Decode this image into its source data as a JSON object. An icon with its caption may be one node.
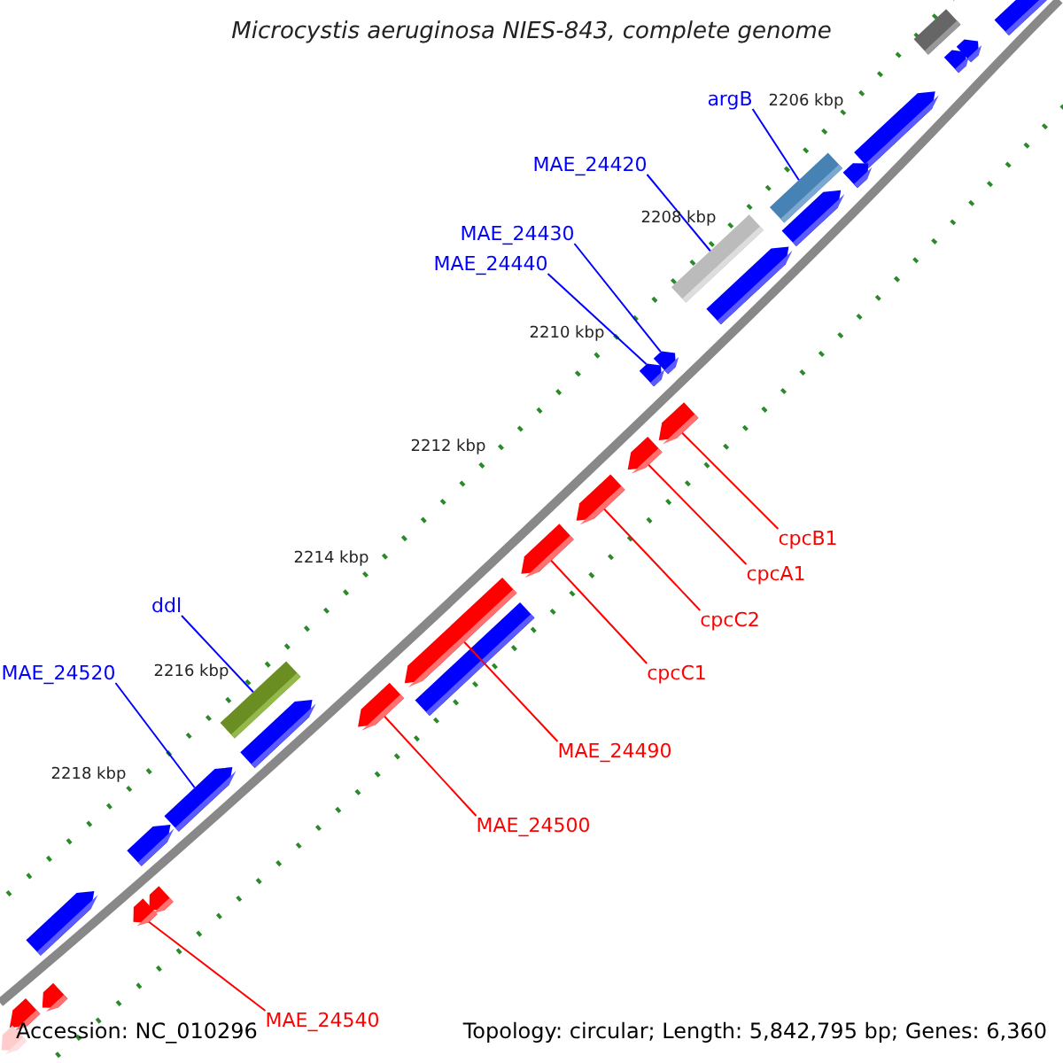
{
  "diagram": {
    "title": "Microcystis aeruginosa NIES-843, complete genome",
    "nodes": [
      {
        "text": [
          "argB"
        ]
      },
      {
        "text": [
          "MAE_24420"
        ]
      },
      {
        "text": [
          "MAE_24430"
        ]
      },
      {
        "text": [
          "MAE_24440"
        ]
      },
      {
        "text": [
          "ddl"
        ]
      },
      {
        "text": [
          "MAE_24520"
        ]
      },
      {
        "text": [
          "cpcB1"
        ]
      },
      {
        "text": [
          "cpcA1"
        ]
      },
      {
        "text": [
          "cpcC2"
        ]
      },
      {
        "text": [
          "cpcC1"
        ]
      },
      {
        "text": [
          "MAE_24490"
        ]
      },
      {
        "text": [
          "MAE_24500"
        ]
      },
      {
        "text": [
          "MAE_24540"
        ]
      },
      {
        "text": [],
        "shape": "box"
      },
      {
        "text": [],
        "shape": "box"
      },
      {
        "text": [],
        "shape": "arrow"
      },
      {
        "text": [],
        "shape": "arrow"
      },
      {
        "text": [],
        "shape": "box"
      },
      {
        "text": [],
        "shape": "arrow"
      },
      {
        "text": [],
        "shape": "arrow"
      },
      {
        "text": [],
        "shape": "arrow"
      },
      {
        "text": [],
        "shape": "arrow"
      },
      {
        "text": [],
        "shape": "arrow"
      },
      {
        "text": [],
        "shape": "arrow"
      },
      {
        "text": [],
        "shape": "arrow"
      },
      {
        "text": [],
        "shape": "arrow"
      },
      {
        "text": [],
        "shape": "arrow"
      },
      {
        "text": [],
        "shape": "arrow"
      },
      {
        "text": [],
        "shape": "arrow"
      },
      {
        "text": [],
        "shape": "arrow"
      },
      {
        "text": [],
        "shape": "arrow"
      },
      {
        "text": [],
        "shape": "arrow"
      },
      {
        "text": [],
        "shape": "arrow"
      },
      {
        "text": [],
        "shape": "box"
      },
      {
        "text": [],
        "shape": "arrow"
      },
      {
        "text": [],
        "shape": "arrow"
      },
      {
        "text": [],
        "shape": "arrow"
      },
      {
        "text": [],
        "shape": "arrow"
      },
      {
        "text": [],
        "shape": "box"
      },
      {
        "text": [],
        "shape": "arrow"
      },
      {
        "text": [],
        "shape": "arrow"
      },
      {
        "text": [],
        "shape": "arrow"
      }
    ],
    "edges": [
      {
        "from": 0,
        "to": 13,
        "arrow": "none",
        "color": "#0000ff"
      },
      {
        "from": 1,
        "to": 14,
        "arrow": "none",
        "color": "#0000ff"
      },
      {
        "from": 2,
        "to": 15,
        "arrow": "none",
        "color": "#0000ff"
      },
      {
        "from": 3,
        "to": 16,
        "arrow": "none",
        "color": "#0000ff"
      },
      {
        "from": 4,
        "to": 17,
        "arrow": "none",
        "color": "#0000ff"
      },
      {
        "from": 5,
        "to": 18,
        "arrow": "none",
        "color": "#0000ff"
      },
      {
        "from": 6,
        "to": 19,
        "arrow": "none"
      },
      {
        "from": 7,
        "to": 20,
        "arrow": "none"
      },
      {
        "from": 8,
        "to": 21,
        "arrow": "none"
      },
      {
        "from": 9,
        "to": 22,
        "arrow": "none"
      },
      {
        "from": 10,
        "to": 23,
        "arrow": "none"
      },
      {
        "from": 11,
        "to": 24,
        "arrow": "none"
      },
      {
        "from": 12,
        "to": 25,
        "arrow": "none"
      }
    ],
    "labels": [
      "2206 kbp",
      "2208 kbp",
      "2210 kbp",
      "2212 kbp",
      "2214 kbp",
      "2216 kbp",
      "2218 kbp",
      "Accession: NC_010296",
      "Topology: circular; Length: 5,842,795 bp; Genes: 6,360"
    ]
  }
}
